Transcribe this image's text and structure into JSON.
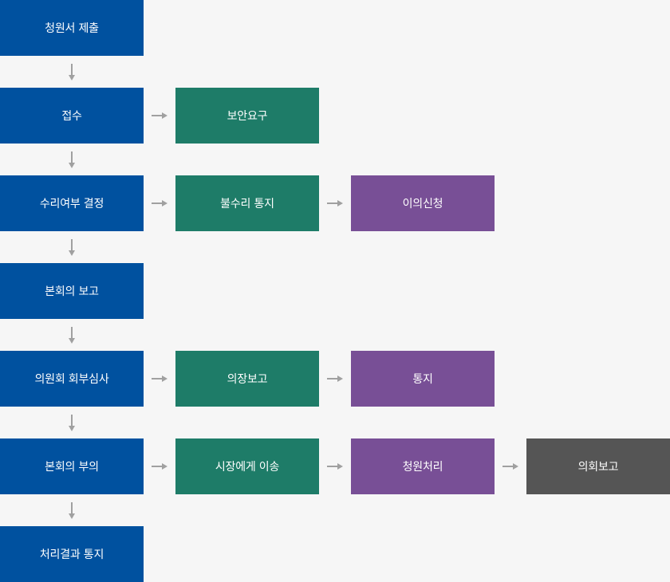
{
  "colors": {
    "background": "#f6f6f6",
    "blue": "#00519f",
    "green": "#1e7c68",
    "purple": "#784f96",
    "gray": "#555555",
    "arrow": "#a0a0a0"
  },
  "rows": [
    {
      "steps": [
        {
          "label": "청원서 제출",
          "color": "blue"
        }
      ]
    },
    {
      "steps": [
        {
          "label": "접수",
          "color": "blue"
        },
        {
          "label": "보안요구",
          "color": "green"
        }
      ]
    },
    {
      "steps": [
        {
          "label": "수리여부 결정",
          "color": "blue"
        },
        {
          "label": "불수리 통지",
          "color": "green"
        },
        {
          "label": "이의신청",
          "color": "purple"
        }
      ]
    },
    {
      "steps": [
        {
          "label": "본회의 보고",
          "color": "blue"
        }
      ]
    },
    {
      "steps": [
        {
          "label": "의원회 회부심사",
          "color": "blue"
        },
        {
          "label": "의장보고",
          "color": "green"
        },
        {
          "label": "통지",
          "color": "purple"
        }
      ]
    },
    {
      "steps": [
        {
          "label": "본회의 부의",
          "color": "blue"
        },
        {
          "label": "시장에게 이송",
          "color": "green"
        },
        {
          "label": "청원처리",
          "color": "purple"
        },
        {
          "label": "의회보고",
          "color": "gray"
        }
      ]
    },
    {
      "steps": [
        {
          "label": "처리결과 통지",
          "color": "blue"
        }
      ]
    }
  ]
}
